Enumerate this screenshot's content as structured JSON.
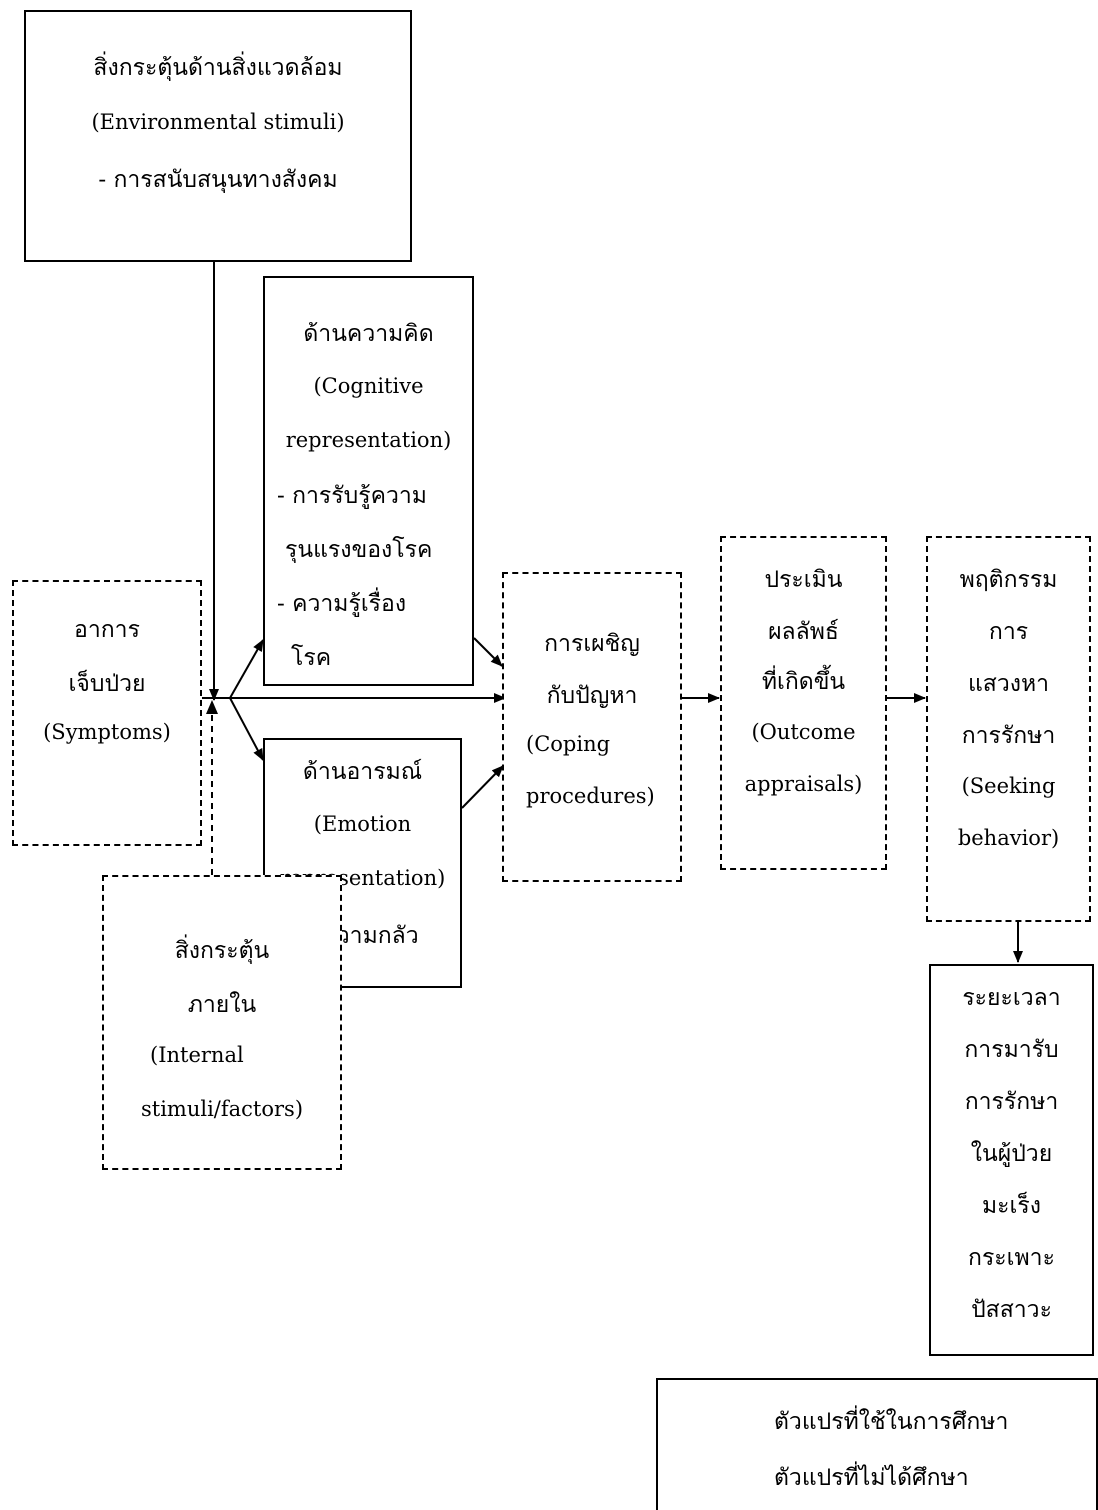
{
  "environmental": {
    "title_th": "สิ่งกระตุ้นด้านสิ่งแวดล้อม",
    "title_en": "(Environmental stimuli)",
    "item": "- การสนับสนุนทางสังคม"
  },
  "symptoms": {
    "line1": "อาการ",
    "line2": "เจ็บป่วย",
    "line3": "(Symptoms)"
  },
  "cognitive": {
    "line1": "ด้านความคิด",
    "line2": "(Cognitive",
    "line3": "representation)",
    "line4": "- การรับรู้ความ",
    "line5": "รุนแรงของโรค",
    "line6": "- ความรู้เรื่อง",
    "line7": "โรค"
  },
  "emotion": {
    "line1": "ด้านอารมณ์",
    "line2": "(Emotion",
    "line3": "representation)",
    "line4": "- ความกลัว"
  },
  "coping": {
    "line1": "การเผชิญ",
    "line2": "กับปัญหา",
    "line3": "(Coping",
    "line4": "procedures)"
  },
  "outcome": {
    "line1": "ประเมิน",
    "line2": "ผลลัพธ์",
    "line3": "ที่เกิดขึ้น",
    "line4": "(Outcome",
    "line5": "appraisals)"
  },
  "seeking": {
    "line1": "พฤติกรรม",
    "line2": "การ",
    "line3": "แสวงหา",
    "line4": "การรักษา",
    "line5": "(Seeking",
    "line6": "behavior)"
  },
  "delay": {
    "line1": "ระยะเวลา",
    "line2": "การมารับ",
    "line3": "การรักษา",
    "line4": "ในผู้ป่วย",
    "line5": "มะเร็ง",
    "line6": "กระเพาะ",
    "line7": "ปัสสาวะ"
  },
  "internal": {
    "line1": "สิ่งกระตุ้น",
    "line2": "ภายใน",
    "line3": "(Internal",
    "line4": "stimuli/factors)"
  },
  "legend": {
    "studied": "ตัวแปรที่ใช้ในการศึกษา",
    "not_studied": "ตัวแปรที่ไม่ได้ศึกษา"
  }
}
